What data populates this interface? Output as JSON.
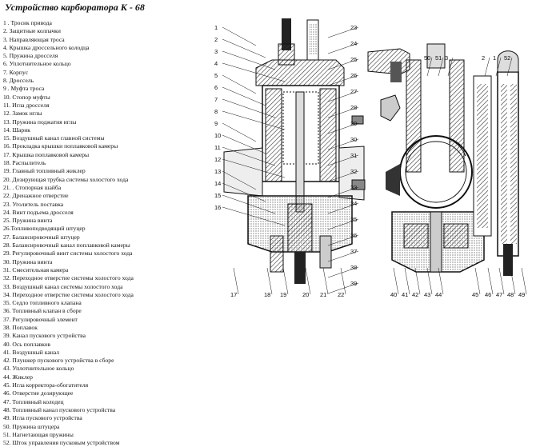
{
  "title": "Устройство карбюратора К - 68",
  "legend": [
    "1 . Тросик привода",
    "2. Защитные колпачки",
    "3. Направляющая троса",
    "4. Крышка дроссельного колодца",
    "5. Пружина дросселя",
    "6. Уплотнительное кольцо",
    "7. Корпус",
    "8. Дроссель",
    "9 . Муфта троса",
    "10. Стопор муфты",
    "11. Игла дросселя",
    "12. Замок иглы",
    "13. Пружина поджатия иглы",
    "14. Шарик",
    "15. Воздушный канал главной системы",
    "16. Прокладка крышки поплавковой камеры",
    "17. Крышка поплавковой камеры",
    "18. Распылитель",
    "19. Главный топливный жиклер",
    "20. Дозирующая трубка системы холостого хода",
    "21. . Стопорная шайба",
    "22. Дренажное отверстие",
    "23. Уголитель поставка",
    "24. Винт подъема дросселя",
    "25. Пружина винта",
    "26.Топливоподводящий штуцер",
    "27. Балансировочный штуцер",
    "28. Балансировочный канал поплавковой камеры",
    "29. Регулировочный винт системы холостого хода",
    "30. Пружина винта",
    "31. Смесительная камера",
    "32. Переходное отверстие системы холостого хода",
    "33. Воздушный канал системы холостого хода",
    "34. Переходное отверстие системы холостого хода",
    "35. Седло топливного клапана",
    "36. Топливный клапан в сборе",
    "37. Регулировочный элемент",
    "38. Поплавок",
    "39. Канал пускового устройства",
    "40. Ось поплавков",
    "41. Воздушный канал",
    "42. Плунжер пускового устройства в сборе",
    "43. Уплотнительное кольцо",
    "44. Жиклер",
    "45. Игла корректора-обогатителя",
    "46. Отверстие дозирующее",
    "47. Топливный колодец",
    "48. Топливный канал пускового устройства",
    "49. Игла пускового устройства",
    "50. Пружина штуцера",
    "51. Нагнетающая пружины",
    "52. Шток управления пусковым устройством"
  ],
  "callouts": {
    "left": [
      "1",
      "2",
      "3",
      "4",
      "5",
      "6",
      "7",
      "8",
      "9",
      "10",
      "11",
      "12",
      "13",
      "14",
      "15",
      "16"
    ],
    "right": [
      "23",
      "24",
      "25",
      "26",
      "27",
      "28",
      "29",
      "30",
      "31",
      "32",
      "33",
      "34",
      "35",
      "36",
      "37",
      "38",
      "39"
    ],
    "bottom_left": [
      "17",
      "18",
      "19",
      "20",
      "21",
      "22"
    ],
    "bottom_right": [
      "40",
      "41",
      "42",
      "43",
      "44",
      "45",
      "46",
      "47",
      "48",
      "49"
    ],
    "top_right": [
      "50",
      "51",
      "3",
      "2",
      "1",
      "52"
    ]
  }
}
